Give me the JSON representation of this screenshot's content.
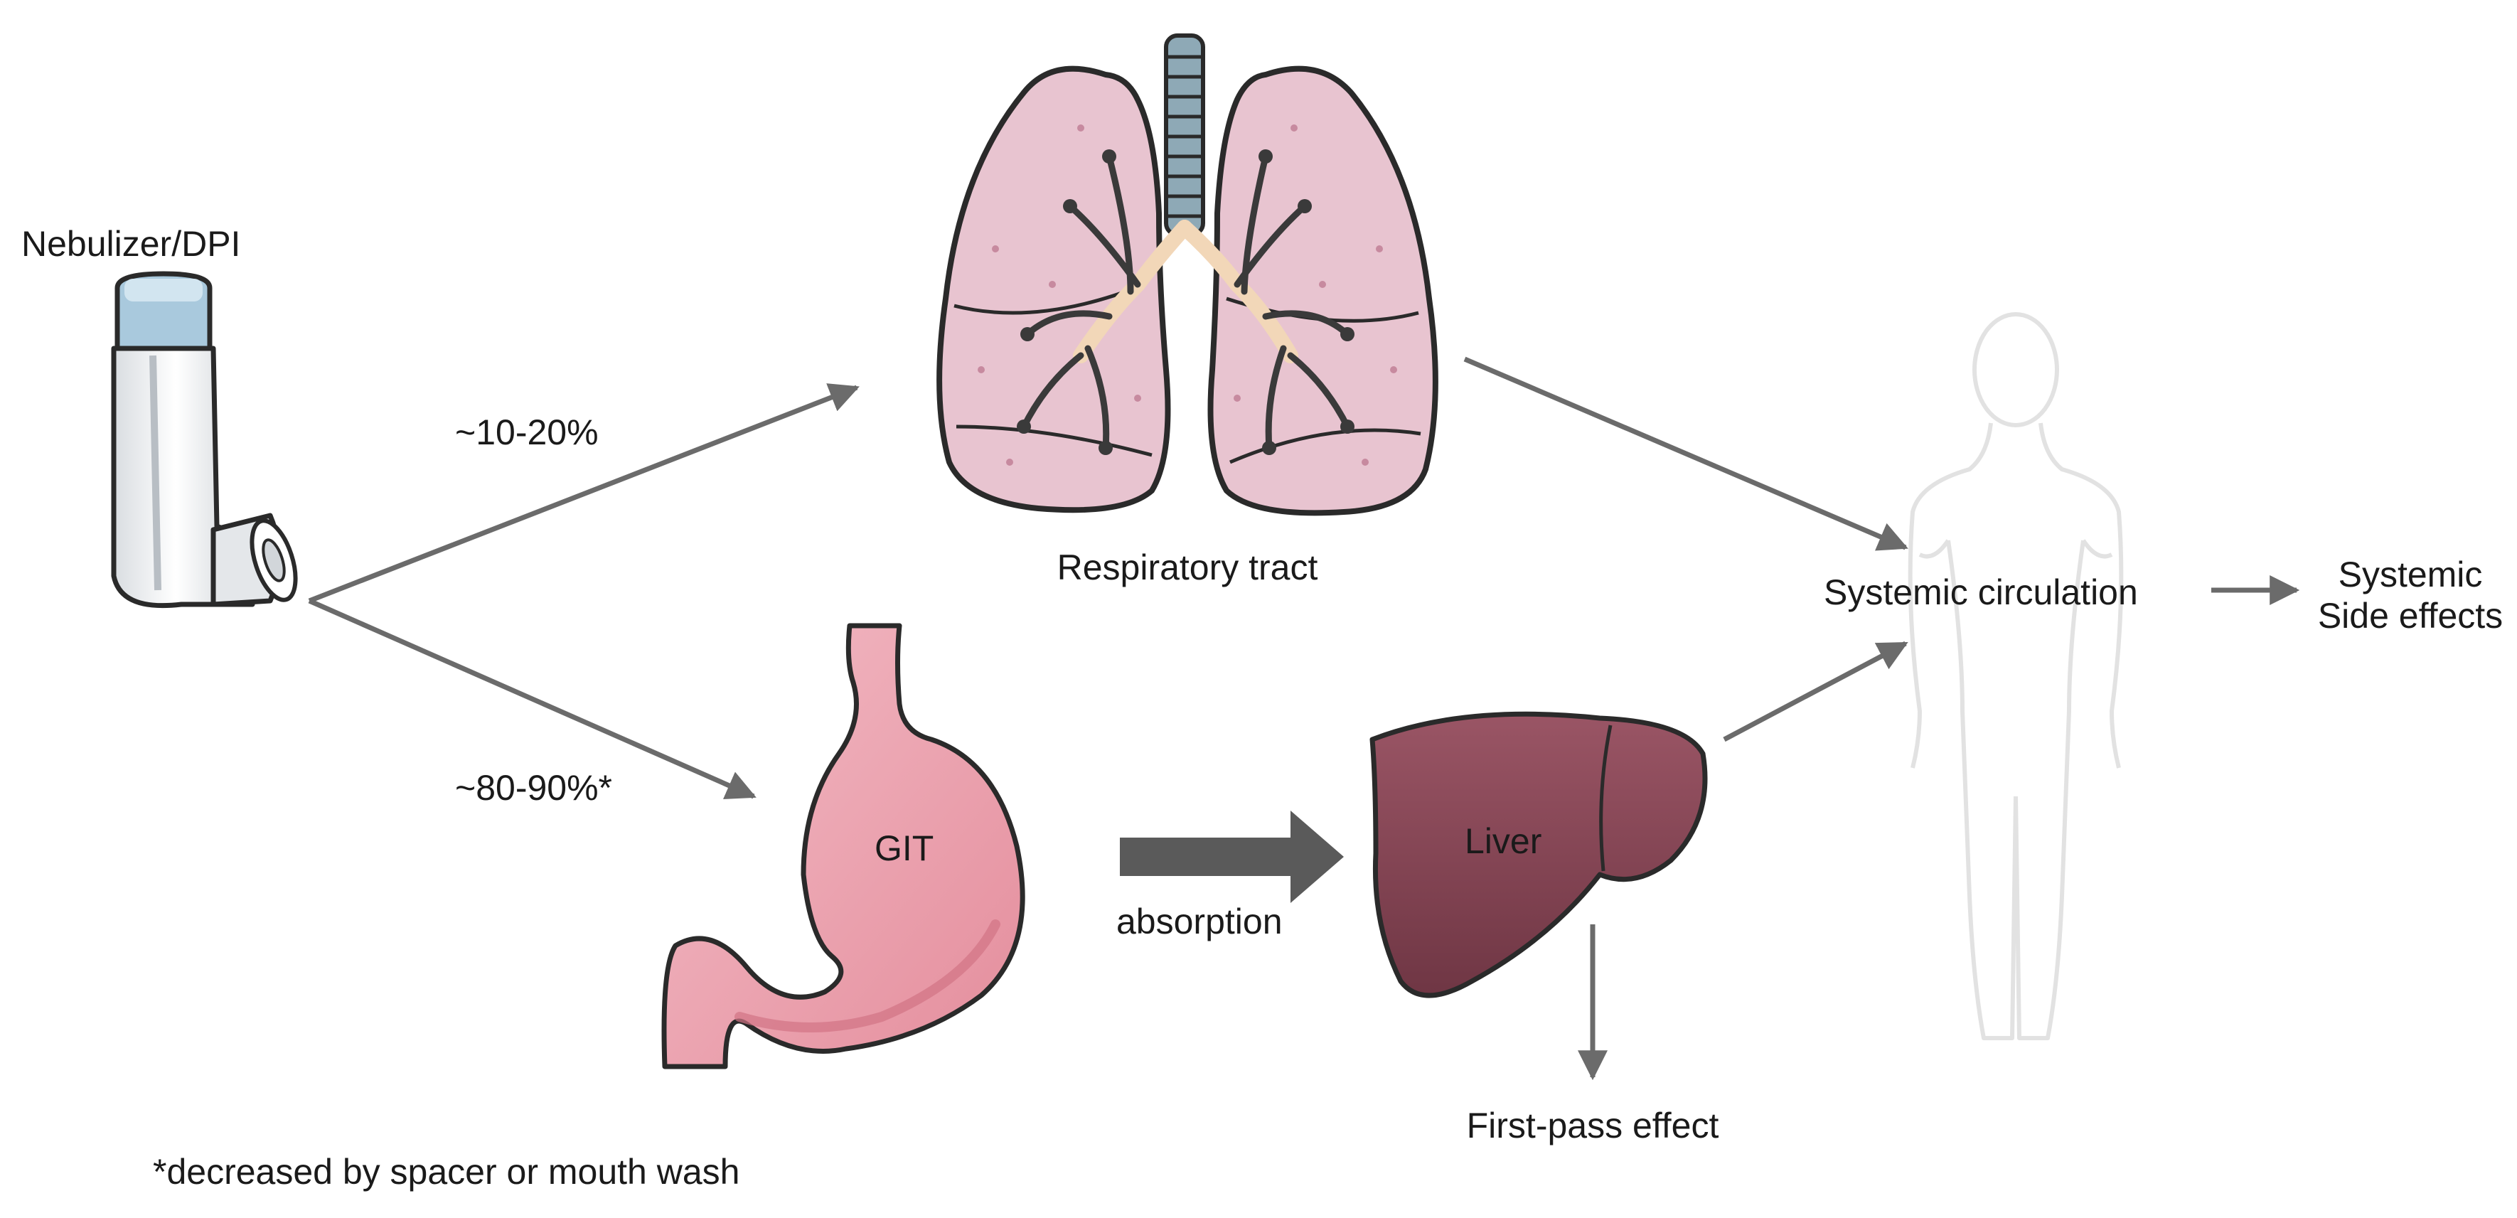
{
  "labels": {
    "device": "Nebulizer/DPI",
    "pct_lung": "~10-20%",
    "pct_git": "~80-90%*",
    "respiratory": "Respiratory tract",
    "git": "GIT",
    "absorption": "absorption",
    "liver": "Liver",
    "first_pass": "First-pass effect",
    "systemic_circulation": "Systemic circulation",
    "side_effects_line1": "Systemic",
    "side_effects_line2": "Side effects",
    "footnote": "*decreased by spacer or mouth wash"
  },
  "colors": {
    "arrow": "#6b6b6b",
    "lung": "#e7c3cf",
    "bronchi": "#3a3a3a",
    "trachea": "#8ea9b6",
    "stomach": "#eea8b3",
    "liver": "#8a4a58",
    "body_outline": "#e2e2e2",
    "inhaler": "#eef0f2",
    "inhaler_cap": "#a8c8dc"
  }
}
